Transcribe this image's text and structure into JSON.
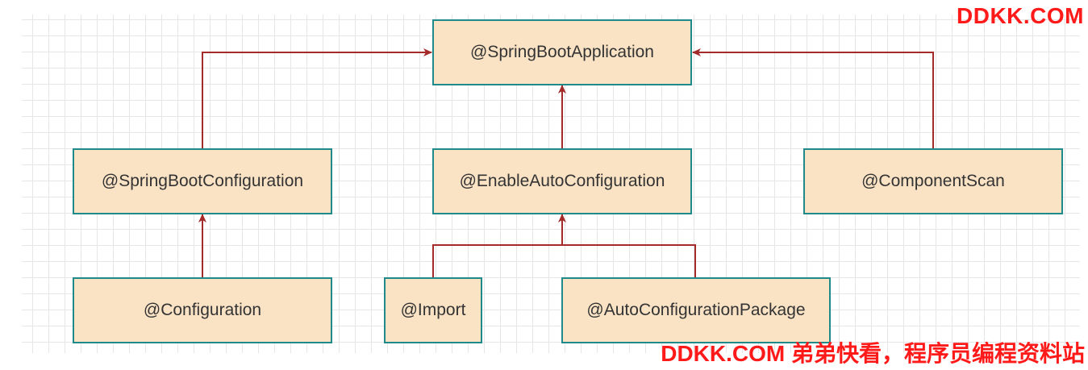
{
  "diagram": {
    "nodes": {
      "spring_boot_application": "@SpringBootApplication",
      "spring_boot_configuration": "@SpringBootConfiguration",
      "enable_auto_configuration": "@EnableAutoConfiguration",
      "component_scan": "@ComponentScan",
      "configuration": "@Configuration",
      "import": "@Import",
      "auto_configuration_package": "@AutoConfigurationPackage"
    },
    "edges": [
      {
        "from": "spring_boot_configuration",
        "to": "spring_boot_application"
      },
      {
        "from": "enable_auto_configuration",
        "to": "spring_boot_application"
      },
      {
        "from": "component_scan",
        "to": "spring_boot_application"
      },
      {
        "from": "configuration",
        "to": "spring_boot_configuration"
      },
      {
        "from": "import",
        "to": "enable_auto_configuration"
      },
      {
        "from": "auto_configuration_package",
        "to": "enable_auto_configuration"
      }
    ],
    "colors": {
      "node_fill": "#fae3c5",
      "node_border": "#1f8a8a",
      "edge": "#a52a2a"
    }
  },
  "watermarks": {
    "top": "DDKK.COM",
    "bottom": "DDKK.COM 弟弟快看，程序员编程资料站"
  }
}
